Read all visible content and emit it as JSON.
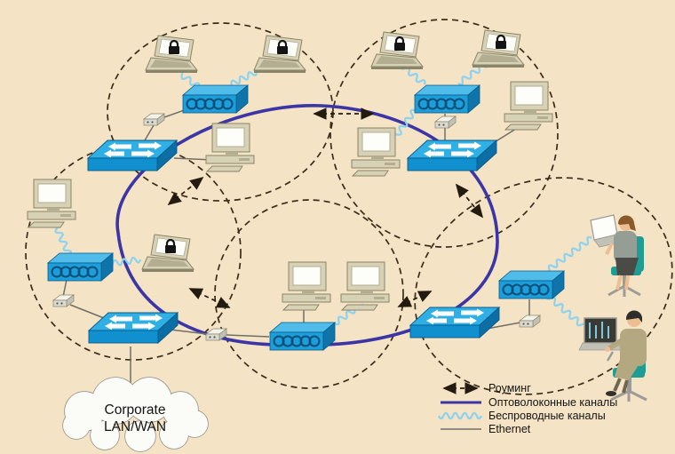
{
  "cloud": {
    "line1": "Corporate",
    "line2": "LAN/WAN"
  },
  "legend": {
    "items": [
      {
        "icon": "roaming-arrow-icon",
        "label": "Роуминг"
      },
      {
        "icon": "fiber-line-icon",
        "label": "Оптоволоконные каналы"
      },
      {
        "icon": "wireless-line-icon",
        "label": "Беспроводные каналы"
      },
      {
        "icon": "ethernet-line-icon",
        "label": "Ethernet"
      }
    ]
  },
  "network": {
    "coverage_cells": 5,
    "access_points": 5,
    "switches": 4,
    "secured_laptops": 5,
    "desktop_computers": 6,
    "transceivers": 5,
    "mobile_users": 2
  },
  "icons": {
    "access-point-icon": "blue 3D box with linked rings",
    "switch-icon": "blue 3D box with four white arrows",
    "secured-laptop-icon": "laptop with black padlock on screen",
    "desktop-computer-icon": "monitor on desktop case with keyboard",
    "transceiver-icon": "small gray media-converter box",
    "cloud-icon": "white network cloud outline",
    "roaming-arrow-icon": "double-headed dashed arrow",
    "user-figure-icon": "person seated on office chair with laptop"
  },
  "colors": {
    "bg": "#f4e3c4",
    "text": "#141414",
    "fiber": "#3c35a5",
    "wifi": "#8ed2ef",
    "ethernet": "#6f6f68",
    "cell-dash": "#3a2c1a",
    "roam": "#241b10",
    "ap-front": "#1b9ed9",
    "ap-top": "#4fbce9",
    "ap-side": "#0e74a9",
    "ap-rings": "#0b4f78",
    "sw-top": "#2fafe4",
    "sw-front": "#1090cf",
    "sw-side": "#0b6ea5",
    "sw-edge": "#0a5a8a",
    "device-beige": "#d7d1b5",
    "device-beige-dark": "#8a8468",
    "device-shadow": "#b3ad92",
    "screen-white": "#fdfdfa",
    "lock-black": "#141414",
    "cloud-fill": "#fbfbf8",
    "cloud-stroke": "#90908a",
    "chair-teal": "#1f9d95",
    "skin": "#eebd92",
    "hair-brown": "#8a5a2a",
    "hair-black": "#2d2d2b",
    "suit-khaki": "#b3a87f",
    "jacket-gray": "#949e95",
    "metal-gray": "#9b9b97",
    "conn-top": "#f3f3ec",
    "conn-front": "#dbdad0",
    "conn-side": "#c2c1b6",
    "dark-screen": "#3a3a34"
  }
}
